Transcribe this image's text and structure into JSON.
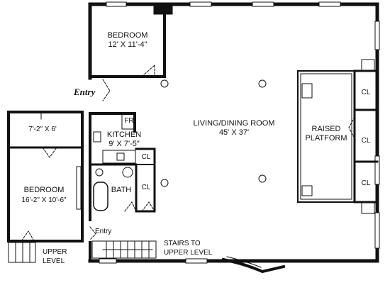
{
  "rooms": {
    "bedroom_top": {
      "name": "BEDROOM",
      "size": "12' X 11'-4\""
    },
    "living": {
      "name": "LIVING/DINING ROOM",
      "size": "45' X 37'"
    },
    "raised": {
      "line1": "RAISED",
      "line2": "PLATFORM"
    },
    "kitchen": {
      "name": "KITCHEN",
      "size": "9' X 7'-5\""
    },
    "bath": {
      "name": "BATH"
    },
    "bedroom_left": {
      "name": "BEDROOM",
      "size": "16'-2\" X 10'-6\""
    },
    "closet_small": {
      "size": "7'-2\" X 6'"
    }
  },
  "labels": {
    "fr": "FR",
    "cl": "CL",
    "entry_main": "Entry",
    "entry_lower": "Entry",
    "stairs_line1": "STAIRS TO",
    "stairs_line2": "UPPER LEVEL",
    "upper_line1": "UPPER",
    "upper_line2": "LEVEL"
  }
}
